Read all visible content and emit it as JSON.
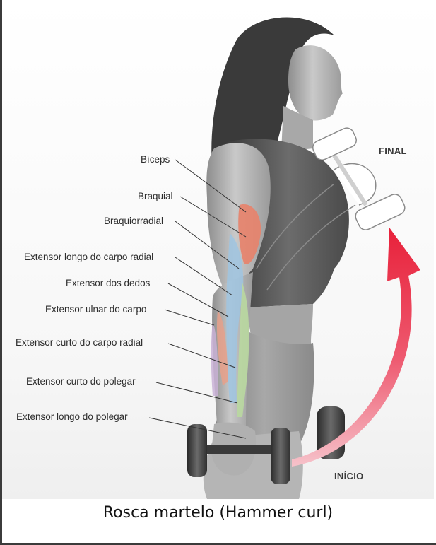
{
  "phases": {
    "end": "FINAL",
    "start": "INÍCIO"
  },
  "muscles": [
    "Bíceps",
    "Braquial",
    "Braquiorradial",
    "Extensor longo do carpo radial",
    "Extensor dos dedos",
    "Extensor ulnar do carpo",
    "Extensor curto do carpo radial",
    "Extensor curto do polegar",
    "Extensor longo do polegar"
  ],
  "caption": "Rosca martelo (Hammer curl)",
  "colors": {
    "arrow": "#e8213a",
    "biceps": "#e8826a",
    "forearm_blue": "#9fc4e0",
    "forearm_green": "#b9d8a0",
    "skin": "#bdbdbd",
    "hair": "#3a3a3a"
  }
}
